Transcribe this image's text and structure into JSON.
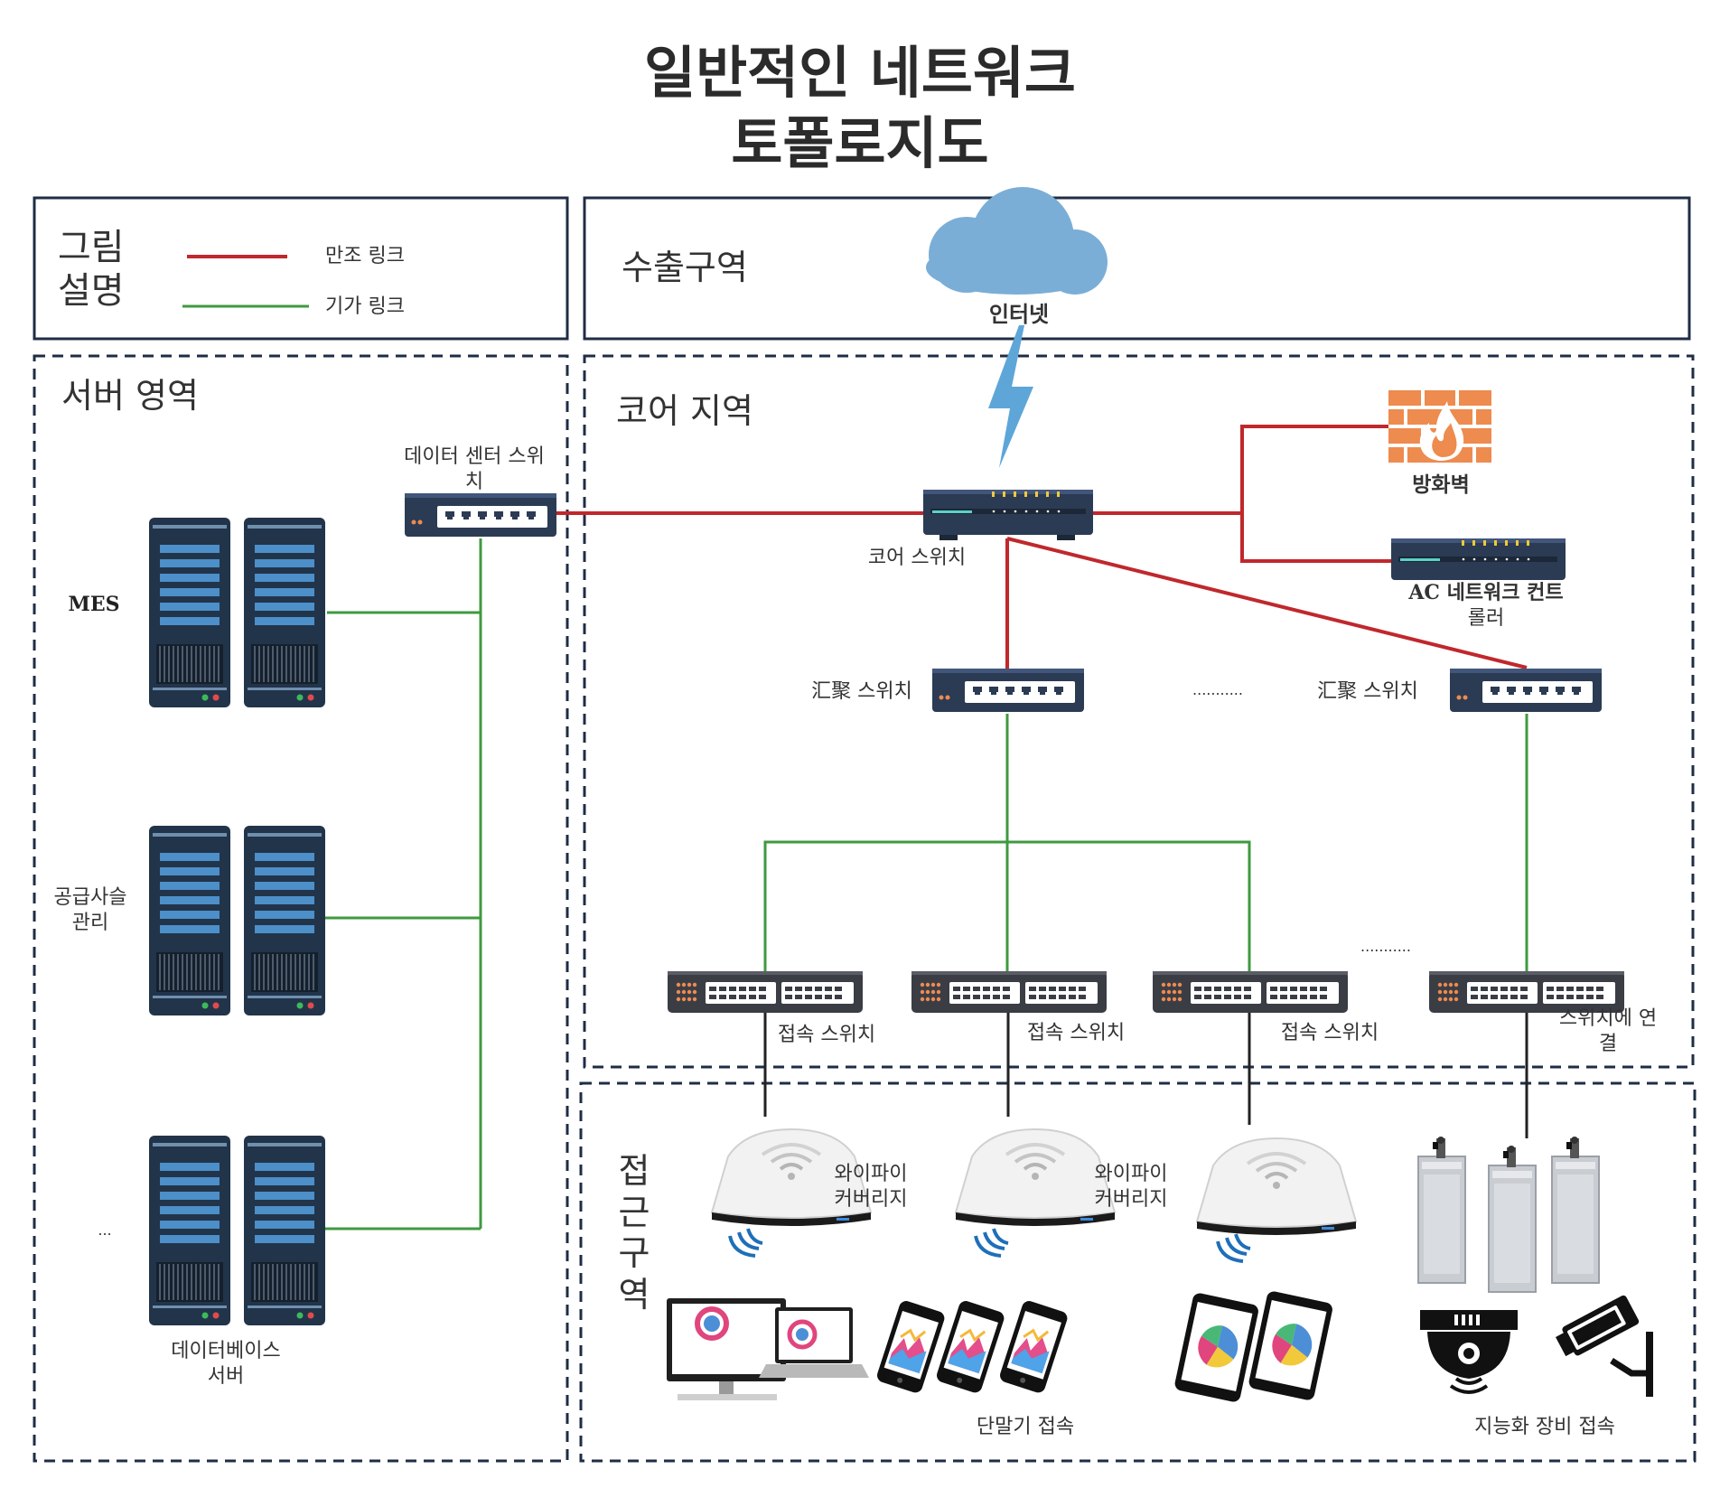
{
  "title_line1": "일반적인 네트워크",
  "title_line2": "토폴로지도",
  "legend": {
    "title_line1": "그림",
    "title_line2": "설명",
    "main_link": "만조 링크",
    "giga_link": "기가 링크"
  },
  "zones": {
    "egress": "수출구역",
    "server": "서버 영역",
    "core": "코어 지역",
    "access": [
      "접",
      "근",
      "구",
      "역"
    ]
  },
  "nodes": {
    "internet": "인터넷",
    "firewall": "방화벽",
    "ac_controller_line1": "AC 네트워크 컨트",
    "ac_controller_line2": "롤러",
    "core_switch": "코어 스위치",
    "dc_switch_line1": "데이터 센터 스위",
    "dc_switch_line2": "치",
    "agg_switch": "汇聚 스위치",
    "access_switch": "접속 스위치",
    "switch_connect_line1": "스위치에 연",
    "switch_connect_line2": "결",
    "wifi_line1": "와이파이",
    "wifi_line2": "커버리지",
    "ellipsis_dots": "...........",
    "ellipsis_small": "..."
  },
  "servers": {
    "mes": "MES",
    "scm_line1": "공급사슬",
    "scm_line2": "관리",
    "ellipsis": "...",
    "db_line1": "데이터베이스",
    "db_line2": "서버"
  },
  "endpoints": {
    "terminal": "단말기 접속",
    "smart": "지능화 장비 접속"
  },
  "colors": {
    "main_link": "#c0282c",
    "giga_link": "#3f9a3f",
    "border": "#1f2d45",
    "device": "#2b3b53",
    "cloud": "#7aaed6",
    "firewall": "#ee8b4f"
  }
}
